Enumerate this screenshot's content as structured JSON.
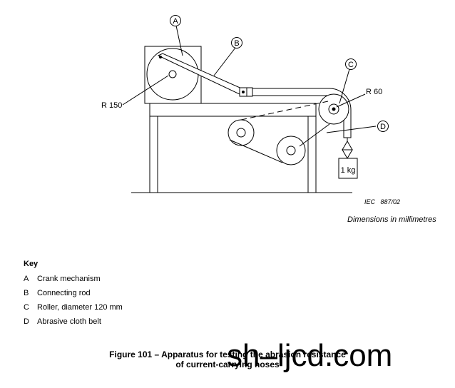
{
  "diagram": {
    "callouts": [
      "A",
      "B",
      "C",
      "D"
    ],
    "radius_large": "R 150",
    "radius_small": "R 60",
    "weight_label": "1 kg",
    "figure_ref": "IEC   887/02"
  },
  "dimensions_note": "Dimensions in millimetres",
  "key": {
    "title": "Key",
    "items": [
      {
        "letter": "A",
        "text": "Crank mechanism"
      },
      {
        "letter": "B",
        "text": "Connecting rod"
      },
      {
        "letter": "C",
        "text": "Roller, diameter 120 mm"
      },
      {
        "letter": "D",
        "text": "Abrasive cloth belt"
      }
    ]
  },
  "caption": {
    "line1": "Figure 101 – Apparatus for testing the abrasion resistance",
    "line2": "of current-carrying hoses"
  },
  "watermark": "sh–ljcd.com"
}
